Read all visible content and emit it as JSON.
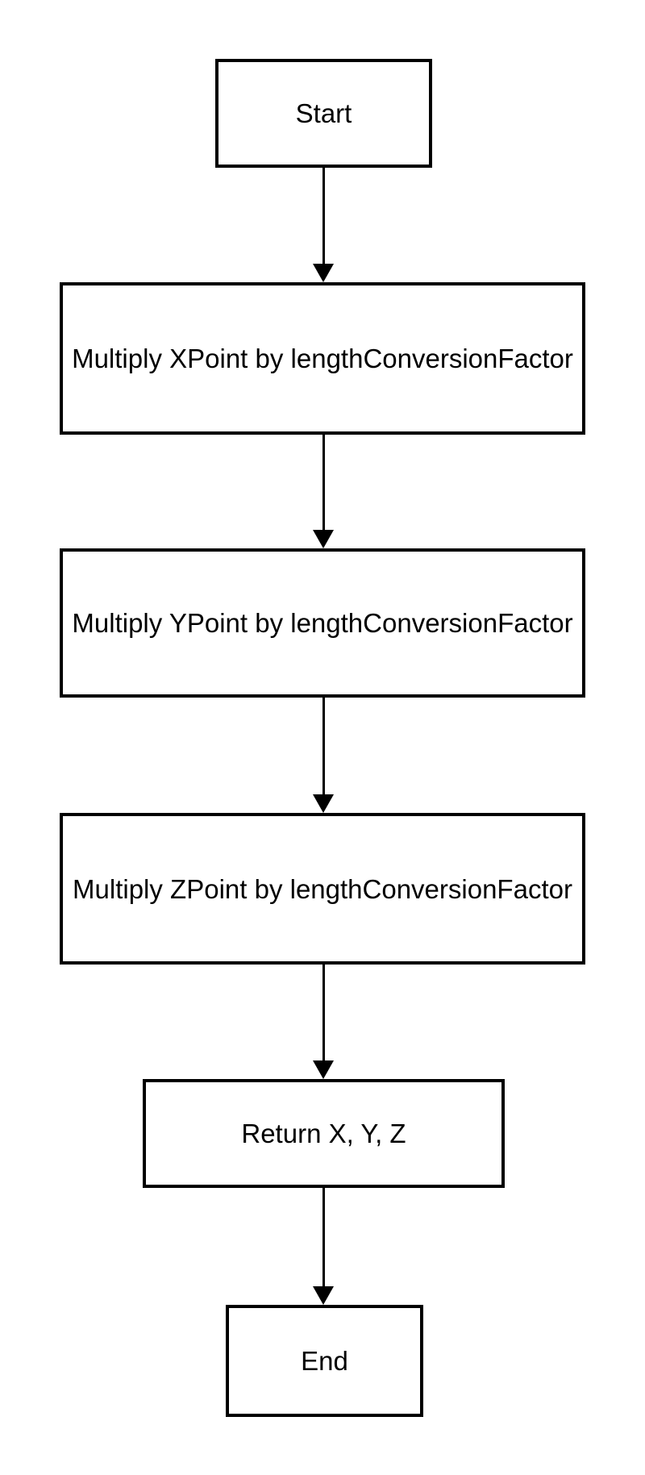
{
  "diagram": {
    "type": "flowchart",
    "background_color": "#ffffff",
    "node_fill_color": "#ffffff",
    "node_stroke_color": "#000000",
    "text_color": "#000000",
    "nodes": [
      {
        "id": "start",
        "shape": "rectangle",
        "label": "Start"
      },
      {
        "id": "multiply-x",
        "shape": "rectangle",
        "label": "Multiply XPoint by lengthConversionFactor"
      },
      {
        "id": "multiply-y",
        "shape": "rectangle",
        "label": "Multiply YPoint by lengthConversionFactor"
      },
      {
        "id": "multiply-z",
        "shape": "rectangle",
        "label": "Multiply ZPoint by lengthConversionFactor"
      },
      {
        "id": "return",
        "shape": "rectangle",
        "label": "Return X, Y, Z"
      },
      {
        "id": "end",
        "shape": "rectangle",
        "label": "End"
      }
    ],
    "edges": [
      {
        "from": "start",
        "to": "multiply-x",
        "direction": "down",
        "style": "arrow"
      },
      {
        "from": "multiply-x",
        "to": "multiply-y",
        "direction": "down",
        "style": "arrow"
      },
      {
        "from": "multiply-y",
        "to": "multiply-z",
        "direction": "down",
        "style": "arrow"
      },
      {
        "from": "multiply-z",
        "to": "return",
        "direction": "down",
        "style": "arrow"
      },
      {
        "from": "return",
        "to": "end",
        "direction": "down",
        "style": "arrow"
      }
    ]
  }
}
